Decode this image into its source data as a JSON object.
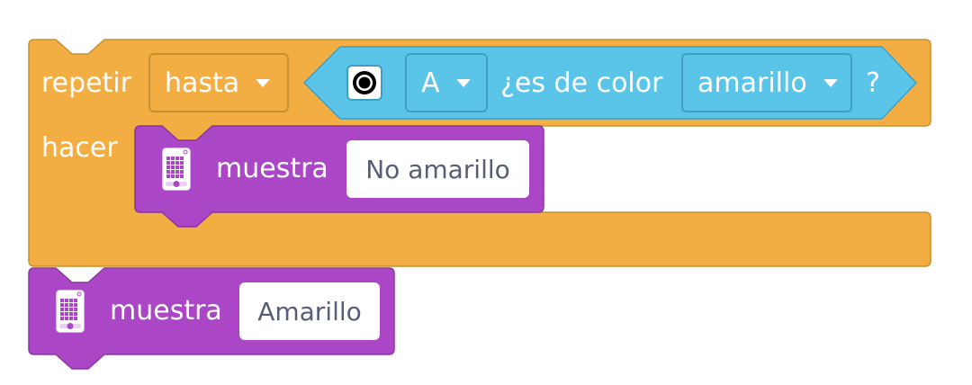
{
  "repeat_block": {
    "label": "repetir",
    "mode_value": "hasta",
    "do_label": "hacer",
    "color": "#f2ae43"
  },
  "color_sensor": {
    "icon": "color-sensor-icon",
    "port_value": "A",
    "question": "¿es de color",
    "color_value": "amarillo",
    "suffix": "?",
    "color": "#5bc4e9"
  },
  "inner_display": {
    "icon": "light-matrix-icon",
    "label": "muestra",
    "text": "No amarillo",
    "color": "#ab47c6"
  },
  "outer_display": {
    "icon": "light-matrix-icon",
    "label": "muestra",
    "text": "Amarillo",
    "color": "#ab47c6"
  }
}
